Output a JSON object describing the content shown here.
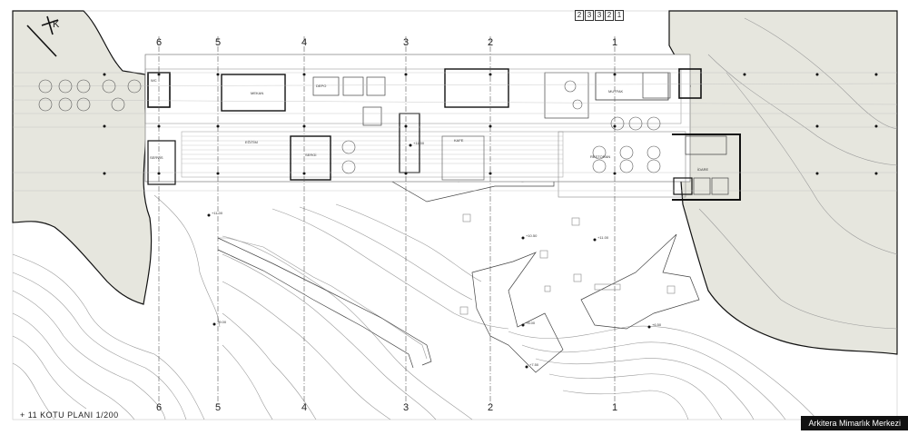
{
  "title": "+ 11 KOTU PLANI 1/200",
  "credit": "Arkitera Mimarlık Merkezi",
  "north_mark": "K",
  "sheet_index": [
    "2",
    "3",
    "3",
    "2",
    "1"
  ],
  "grid_axes": {
    "top": [
      "6",
      "5",
      "4",
      "3",
      "2",
      "1"
    ],
    "bottom": [
      "6",
      "5",
      "4",
      "3",
      "2",
      "1"
    ]
  },
  "rooms": {
    "wc": "WC",
    "mekan": "MEKAN",
    "depo": "DEPO",
    "egitim": "EĞİTİM",
    "sergi": "SERGİ",
    "kafe": "KAFE",
    "servis": "SERVİS",
    "mutfak": "MUTFAK",
    "restoran": "RESTORAN",
    "idare": "İDARE"
  },
  "levels": {
    "l1": "+11.00",
    "l2": "+11.00",
    "l3": "+10.50",
    "l4": "+11.00",
    "l5": "+9.00",
    "l6": "+8.00",
    "l7": "+7.50",
    "l8": "+6.50"
  },
  "colors": {
    "terrain": "#e6e6de",
    "wall": "#111111",
    "line": "#8a8a8a"
  }
}
